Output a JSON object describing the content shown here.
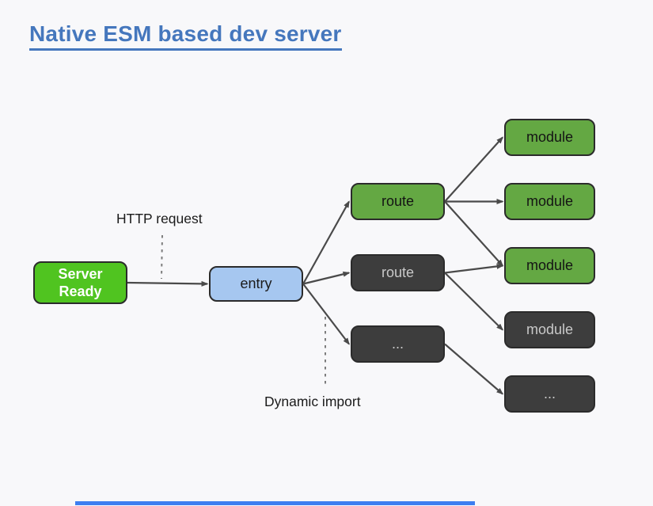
{
  "title": "Native ESM based dev server",
  "annotations": {
    "http_request": "HTTP request",
    "dynamic_import": "Dynamic import"
  },
  "nodes": {
    "server_ready": {
      "label": "Server Ready",
      "variant": "bright-green"
    },
    "entry": {
      "label": "entry",
      "variant": "blue"
    },
    "route_1": {
      "label": "route",
      "variant": "green"
    },
    "route_2": {
      "label": "route",
      "variant": "dark"
    },
    "more_routes": {
      "label": "...",
      "variant": "dark"
    },
    "module_1": {
      "label": "module",
      "variant": "green"
    },
    "module_2": {
      "label": "module",
      "variant": "green"
    },
    "module_3": {
      "label": "module",
      "variant": "green"
    },
    "module_4": {
      "label": "module",
      "variant": "dark"
    },
    "more_modules": {
      "label": "...",
      "variant": "dark"
    }
  },
  "edges": [
    {
      "from": "server_ready",
      "to": "entry"
    },
    {
      "from": "entry",
      "to": "route_1"
    },
    {
      "from": "entry",
      "to": "route_2"
    },
    {
      "from": "entry",
      "to": "more_routes"
    },
    {
      "from": "route_1",
      "to": "module_1"
    },
    {
      "from": "route_1",
      "to": "module_2"
    },
    {
      "from": "route_1",
      "to": "module_3"
    },
    {
      "from": "route_2",
      "to": "module_3"
    },
    {
      "from": "route_2",
      "to": "module_4"
    },
    {
      "from": "more_routes",
      "to": "more_modules"
    }
  ],
  "colors": {
    "background": "#f8f8fa",
    "title": "#4577bd",
    "bright_green": "#50c420",
    "green": "#64a843",
    "blue": "#a6c7f0",
    "dark": "#3d3d3d",
    "arrow": "#4a4a4a",
    "progress_bar": "#3d7ef0"
  }
}
